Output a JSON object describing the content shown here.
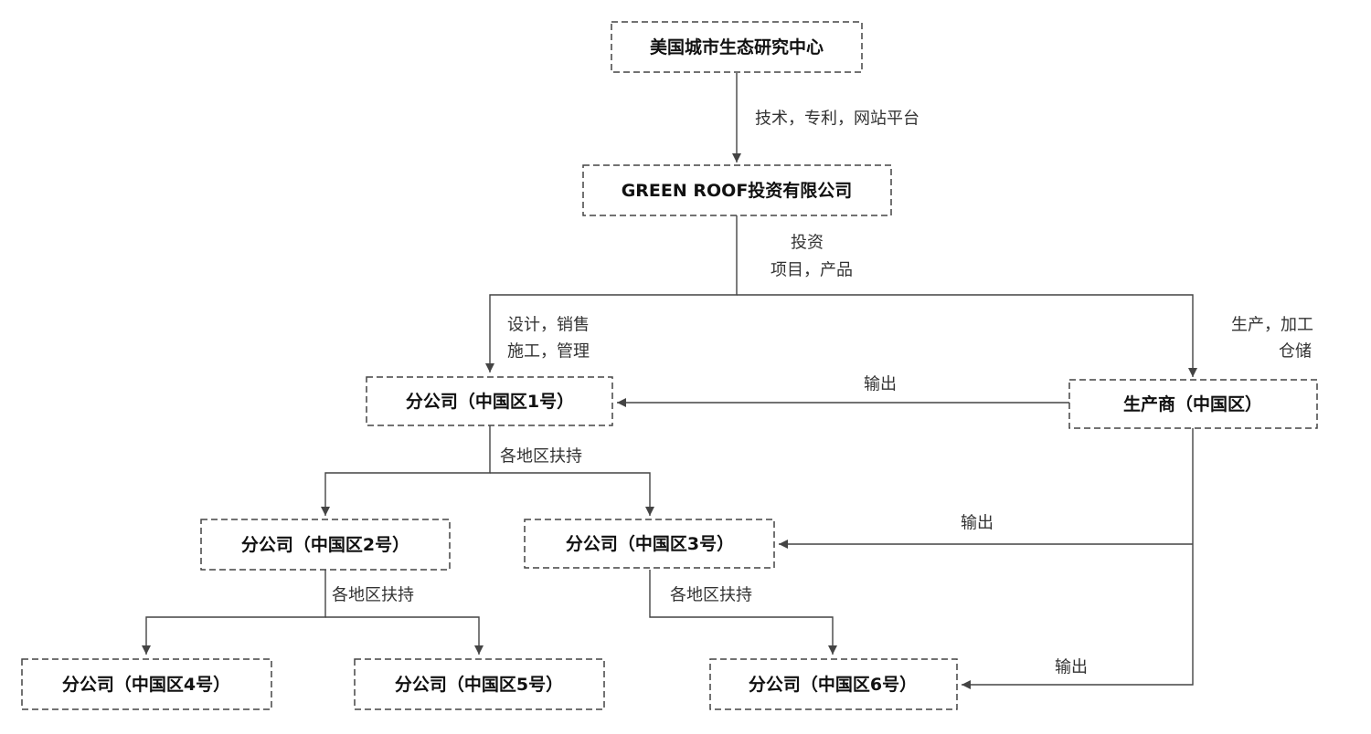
{
  "nodes": {
    "research_center": "美国城市生态研究中心",
    "investment_co": "GREEN ROOF投资有限公司",
    "branch_1": "分公司（中国区1号）",
    "manufacturer": "生产商（中国区）",
    "branch_2": "分公司（中国区2号）",
    "branch_3": "分公司（中国区3号）",
    "branch_4": "分公司（中国区4号）",
    "branch_5": "分公司（中国区5号）",
    "branch_6": "分公司（中国区6号）"
  },
  "edge_labels": {
    "tech_patent": "技术，专利，网站平台",
    "invest_line1": "投资",
    "invest_line2": "项目，产品",
    "design_line1": "设计，销售",
    "design_line2": "施工，管理",
    "produce_line1": "生产，加工",
    "produce_line2": "仓储",
    "output_1": "输出",
    "support_1": "各地区扶持",
    "output_3": "输出",
    "support_2": "各地区扶持",
    "support_3": "各地区扶持",
    "output_6": "输出"
  },
  "colors": {
    "line": "#444444",
    "text": "#111111",
    "background": "#ffffff"
  }
}
